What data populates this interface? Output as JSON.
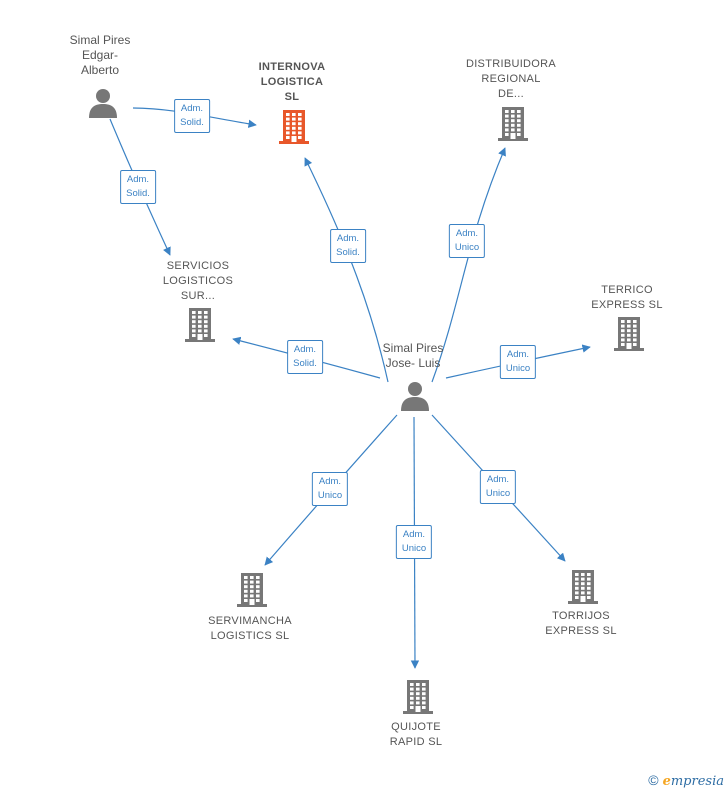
{
  "nodes": {
    "simal_edgar": {
      "lines": [
        "Simal Pires",
        "Edgar-",
        "Alberto"
      ],
      "kind": "person",
      "color": "#777777"
    },
    "internova": {
      "lines": [
        "INTERNOVA",
        "LOGISTICA",
        "SL"
      ],
      "kind": "company",
      "color": "#e8572a",
      "highlight": true
    },
    "distribuidora": {
      "lines": [
        "DISTRIBUIDORA",
        "REGIONAL",
        "DE..."
      ],
      "kind": "company",
      "color": "#777777"
    },
    "servicios": {
      "lines": [
        "SERVICIOS",
        "LOGISTICOS",
        "SUR..."
      ],
      "kind": "company",
      "color": "#777777"
    },
    "terrico": {
      "lines": [
        "TERRICO",
        "EXPRESS  SL"
      ],
      "kind": "company",
      "color": "#777777"
    },
    "simal_jose": {
      "lines": [
        "Simal Pires",
        "Jose- Luis"
      ],
      "kind": "person",
      "color": "#777777"
    },
    "servimancha": {
      "lines": [
        "SERVIMANCHA",
        "LOGISTICS  SL"
      ],
      "kind": "company",
      "color": "#777777"
    },
    "torrijos": {
      "lines": [
        "TORRIJOS",
        "EXPRESS  SL"
      ],
      "kind": "company",
      "color": "#777777"
    },
    "quijote": {
      "lines": [
        "QUIJOTE",
        "RAPID  SL"
      ],
      "kind": "company",
      "color": "#777777"
    }
  },
  "edges": [
    {
      "id": "e1",
      "from": "simal_edgar",
      "to": "internova",
      "lines": [
        "Adm.",
        "Solid."
      ]
    },
    {
      "id": "e2",
      "from": "simal_edgar",
      "to": "servicios",
      "lines": [
        "Adm.",
        "Solid."
      ]
    },
    {
      "id": "e3",
      "from": "simal_jose",
      "to": "internova",
      "lines": [
        "Adm.",
        "Solid."
      ]
    },
    {
      "id": "e4",
      "from": "simal_jose",
      "to": "distribuidora",
      "lines": [
        "Adm.",
        "Unico"
      ]
    },
    {
      "id": "e5",
      "from": "simal_jose",
      "to": "servicios",
      "lines": [
        "Adm.",
        "Solid."
      ]
    },
    {
      "id": "e6",
      "from": "simal_jose",
      "to": "terrico",
      "lines": [
        "Adm.",
        "Unico"
      ]
    },
    {
      "id": "e7",
      "from": "simal_jose",
      "to": "servimancha",
      "lines": [
        "Adm.",
        "Unico"
      ]
    },
    {
      "id": "e8",
      "from": "simal_jose",
      "to": "quijote",
      "lines": [
        "Adm.",
        "Unico"
      ]
    },
    {
      "id": "e9",
      "from": "simal_jose",
      "to": "torrijos",
      "lines": [
        "Adm.",
        "Unico"
      ]
    }
  ],
  "colors": {
    "edge": "#3b82c4",
    "text": "#555555"
  },
  "brand": {
    "copyright": "©",
    "initial": "e",
    "name": "mpresia"
  }
}
